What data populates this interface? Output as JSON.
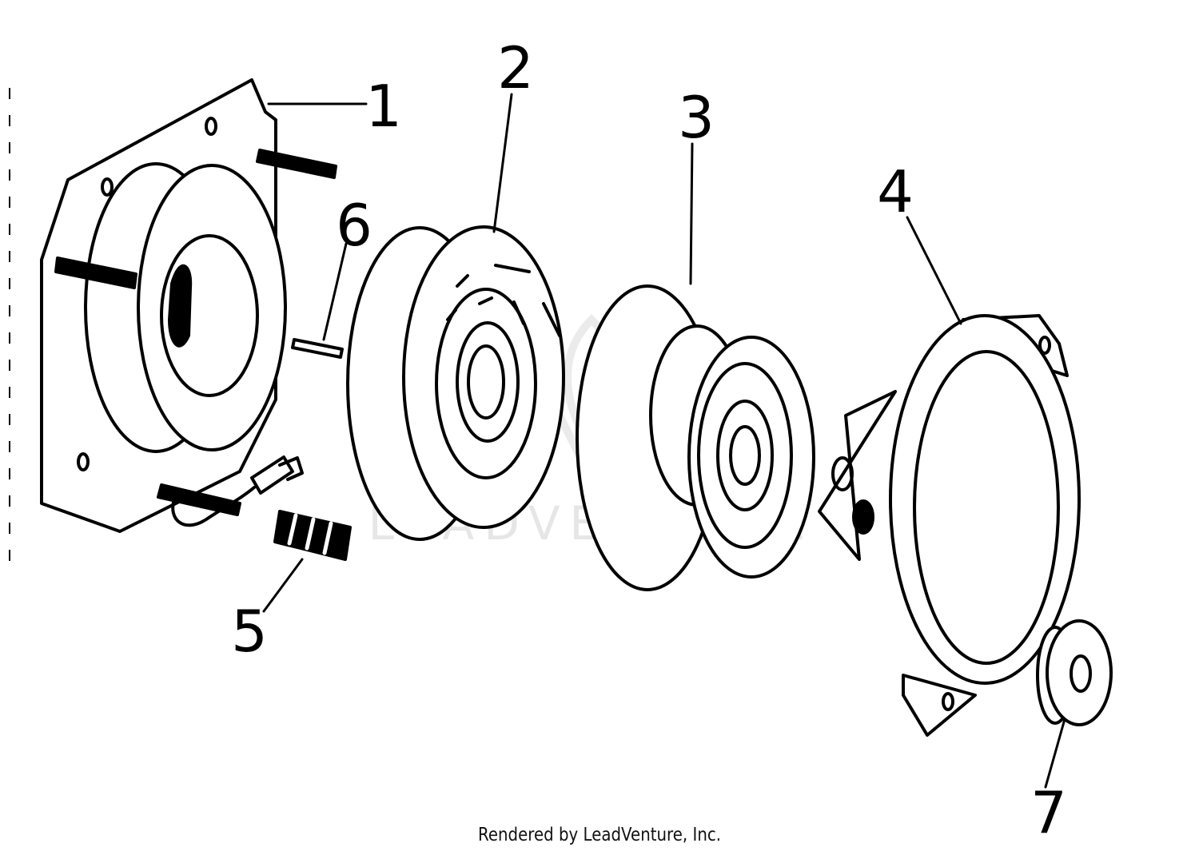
{
  "callouts": {
    "part_1": "1",
    "part_2": "2",
    "part_3": "3",
    "part_4": "4",
    "part_5": "5",
    "part_6": "6",
    "part_7": "7"
  },
  "watermark_text": "LEADVENTURE",
  "footer_text": "Rendered by LeadVenture, Inc.",
  "colors": {
    "line": "#000000",
    "background": "#ffffff",
    "watermark": "#e6e6e6"
  }
}
